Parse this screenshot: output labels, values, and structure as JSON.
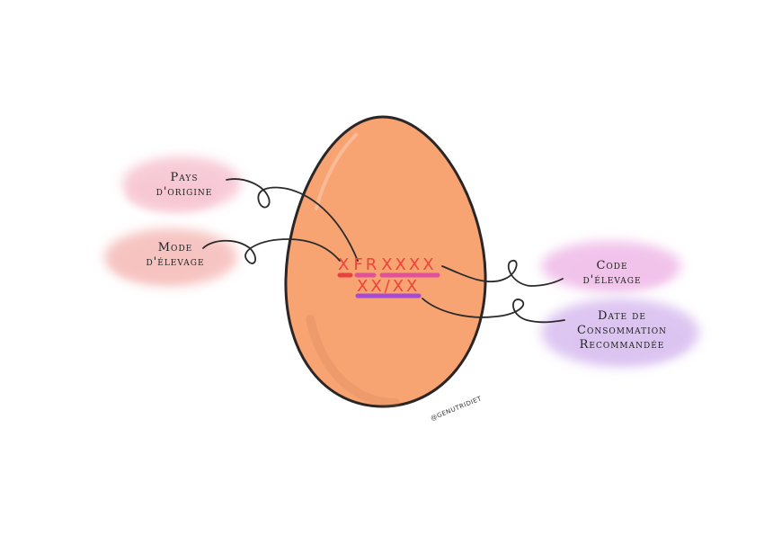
{
  "labels": {
    "pays": [
      "Pays",
      "d'origine"
    ],
    "mode": [
      "Mode",
      "d'élevage"
    ],
    "code": [
      "Code",
      "d'élevage"
    ],
    "date": [
      "Date de",
      "Consommation",
      "Recommandée"
    ]
  },
  "egg_code": {
    "line1_prefix": "X",
    "line1_country": "FR",
    "line1_farm": "XXXX",
    "line2": "XX/XX"
  },
  "credit": "@GENUTRIDIET",
  "colors": {
    "egg_fill": "#f7a372",
    "egg_outline": "#2b2625",
    "code_text": "#f0443a",
    "underline_red": "#e9413f",
    "underline_pink": "#e0519a",
    "underline_purple": "#a64bd4",
    "blob_pink": "#f7c6d3",
    "blob_red": "#f6c2c0",
    "blob_magenta": "#f1c1ea",
    "blob_violet": "#dcc3f1",
    "connector": "#2b2b2b"
  }
}
